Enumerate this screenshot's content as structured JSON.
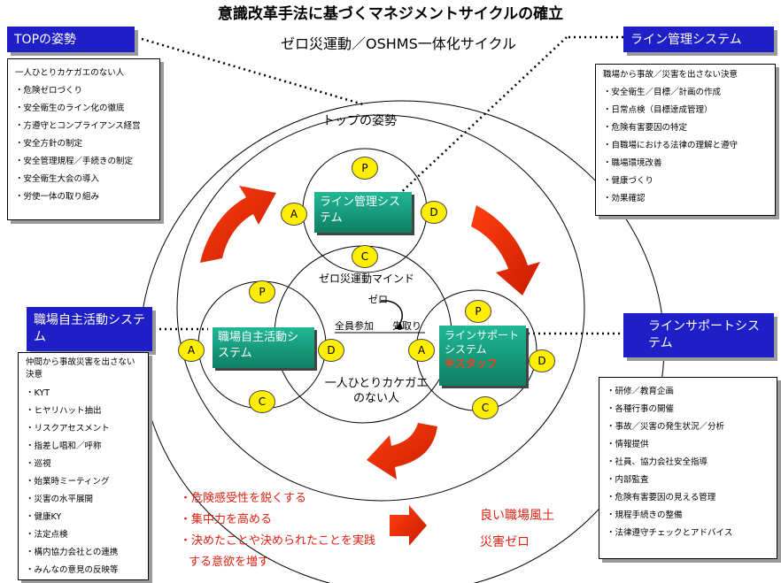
{
  "title": "意識改革手法に基づくマネジメントサイクルの確立",
  "subtitle": "ゼロ災運動／OSHMS一体化サイクル",
  "top_stance": {
    "header": "TOPの姿勢",
    "items": [
      "一人ひとりカケガエのない人",
      "・危険ゼロづくり",
      "・安全衛生のライン化の徹底",
      "・方遵守とコンプライアンス経営",
      "・安全方針の制定",
      "・安全管理規程／手続きの制定",
      "・安全衛生大会の導入",
      "・労使一体の取り組み"
    ]
  },
  "line_mgmt": {
    "header": "ライン管理システム",
    "intro": "職場から事故／災害を出さない決意",
    "items": [
      "・安全衛生／目標／計画の作成",
      "・日常点検（目標達成管理）",
      "・危険有害要因の特定",
      "・自職場における法律の理解と遵守",
      "・職場環境改善",
      "・健康づくり",
      "・効果確認"
    ]
  },
  "workplace": {
    "header": "職場自主活動システム",
    "intro": "仲間から事故災害を出さない決意",
    "items": [
      "・KYT",
      "・ヒヤリハット抽出",
      "・リスクアセスメント",
      "・指差し唱和／呼称",
      "・巡視",
      "・始業時ミーティング",
      "・災害の水平展開",
      "・健康KY",
      "・法定点検",
      "・構内協力会社との連携",
      "・みんなの意見の反映等"
    ]
  },
  "line_support": {
    "header": "ラインサポートシステム",
    "items": [
      "・研修／教育企画",
      "・各種行事の開催",
      "・事故／災害の発生状況／分析",
      "・情報提供",
      "・社員、協力会社安全指導",
      "・内部監査",
      "・危険有害要因の見える管理",
      "・規程手続きの整備",
      "・法律遵守チェックとアドバイス"
    ]
  },
  "diagram": {
    "outer_label": "トップの姿勢",
    "center_label": "ゼロ災運動マインド",
    "zero_label": "ゼロ",
    "all_label": "全員参加",
    "pre_label": "先取り",
    "person_label": "一人ひとりカケガエのない人",
    "pill_line": "ライン管理システム",
    "pill_workplace": "職場自主活動システム",
    "pill_support": "ラインサポートシステム",
    "pill_support_sub": "※スタッフ",
    "pdca": {
      "p": "P",
      "a": "A",
      "d": "D",
      "c": "C"
    }
  },
  "effects": [
    "・危険感受性を鋭くする",
    "・集中力を高める",
    "・決めたことや決められたことを実践",
    "する意欲を増す"
  ],
  "results": [
    "良い職場風土",
    "災害ゼロ"
  ],
  "colors": {
    "header_bg": "#1f1fc8",
    "pill": "#129a78",
    "node": "#ffee00",
    "arrow": "#ee2a00",
    "red_text": "#e02010"
  }
}
